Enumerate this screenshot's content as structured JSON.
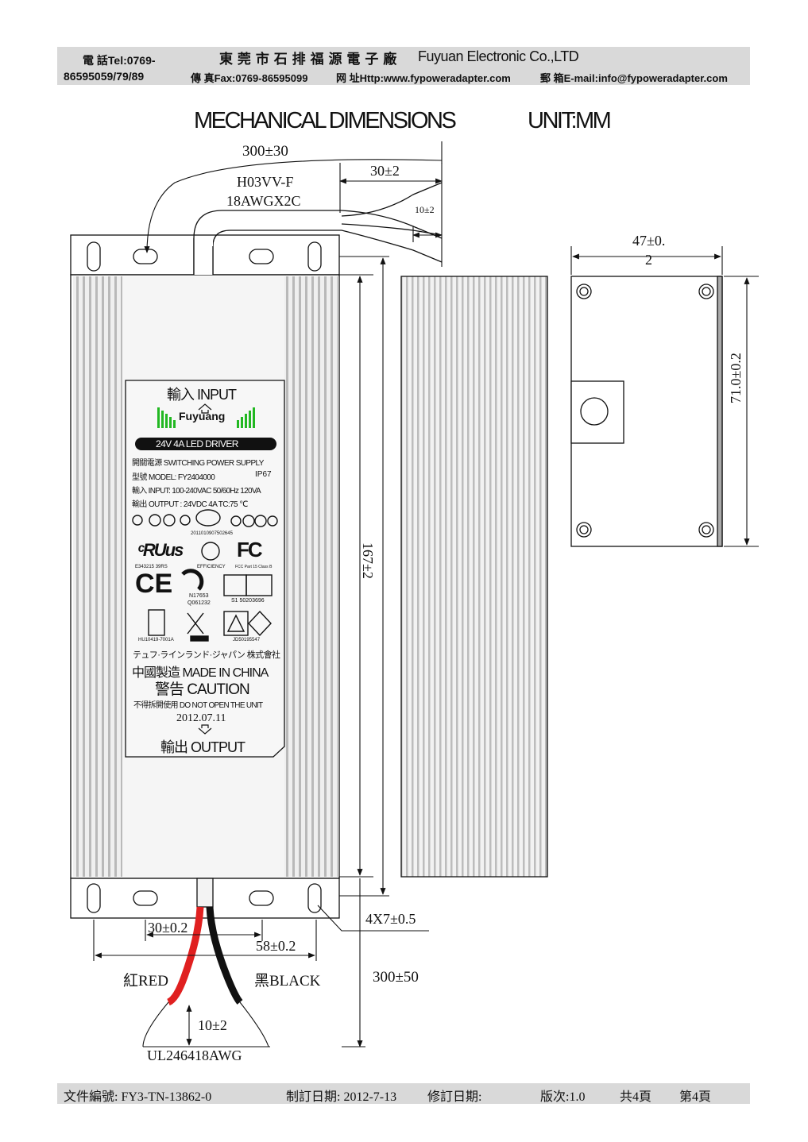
{
  "header": {
    "tel_label": "電 話Tel:0769-",
    "tel_numbers": "86595059/79/89",
    "company_cn": "東 莞 市 石 排 福 源 電 子 廠",
    "company_en": "Fuyuan Electronic Co.,LTD",
    "fax": "傳 真Fax:0769-86595099",
    "web": "网 址Http:www.fypoweradapter.com",
    "email": "郵 箱E-mail:info@fypoweradapter.com"
  },
  "title": "MECHANICAL DIMENSIONS",
  "unit": "UNIT:MM",
  "dims": {
    "cable_length_top": "300±30",
    "cable_type": "H03VV-F",
    "cable_gauge": "18AWGX2C",
    "strip_length": "30±2",
    "tip_length": "10±2",
    "width": "47±0.",
    "width2": "2",
    "height": "71.0±0.2",
    "length": "167±2",
    "hole": "4X7±0.5",
    "hole_spacing_1": "30±0.2",
    "hole_spacing_2": "58±0.2",
    "red": "紅RED",
    "black": "黑BLACK",
    "cable_length_bottom": "300±50",
    "tip_bottom": "10±2",
    "cable_bottom": "UL246418AWG"
  },
  "label": {
    "input": "輸入 INPUT",
    "brand": "Fuyuang",
    "product": "24V 4A LED DRIVER",
    "spec1": "開關電源 SWITCHING POWER SUPPLY",
    "spec2_model": "型號 MODEL: FY2404000",
    "spec2_ip": "IP67",
    "spec3": "輸入 INPUT: 100-240VAC 50/60Hz 120VA",
    "spec4": "輸出 OUTPUT : 24VDC 4A  TC:75 ℃",
    "cert_no": "2011010907502645",
    "ul_no": "E343215 39RS",
    "eff": "EFFICIENCY",
    "fcc": "FCC Part 15 Class B",
    "cb1": "N17653",
    "cb2": "Q061232",
    "gs_no": "S1 50203696",
    "kc_no": "HU10419-7001A",
    "pse_no": "JD50195547",
    "japan": "テュフ·ラインランド·ジャパン 株式會社",
    "made": "中國製造 MADE IN CHINA",
    "caution": "警告 CAUTION",
    "notopen": "不得拆開使用 DO NOT OPEN THE UNIT",
    "date": "2012.07.11",
    "output": "輸出 OUTPUT"
  },
  "footer": {
    "doc_no": "文件編號: FY3-TN-13862-0",
    "issue_date": "制訂日期: 2012-7-13",
    "revise_date": "修訂日期:",
    "version": "版次:1.0",
    "total": "共4頁",
    "page": "第4頁"
  }
}
